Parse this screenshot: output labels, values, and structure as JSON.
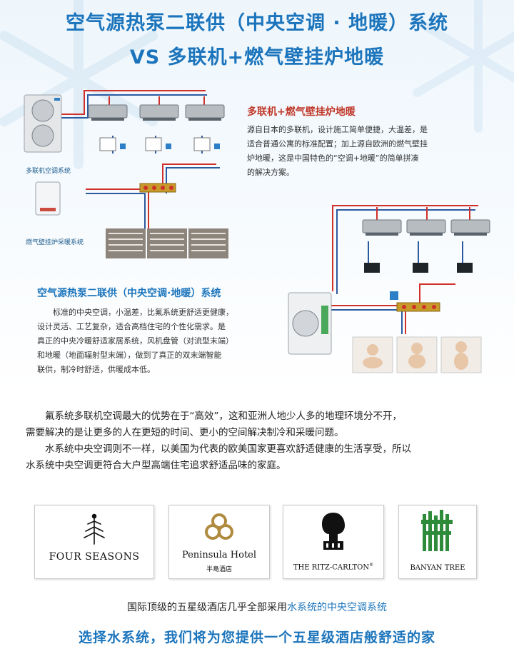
{
  "header": {
    "title_line1": "空气源热泵二联供（中央空调 · 地暖）系统",
    "title_line2": "VS  多联机+燃气壁挂炉地暖"
  },
  "vrf_section": {
    "heading": "多联机+燃气壁挂炉地暖",
    "lines": [
      "源自日本的多联机，设计施工简单便捷，大温差，是",
      "适合普通公寓的标准配置；加上源自欧洲的燃气壁挂",
      "炉地暖，这是中国特色的“空调+地暖”的简单拼凑",
      "的解决方案。"
    ],
    "caption_ac": "多联机空调系统",
    "caption_boiler": "燃气壁挂炉采暖系统"
  },
  "heatpump_section": {
    "heading": "空气源热泵二联供（中央空调·地暖）系统",
    "lines": [
      "标准的中央空调，小温差，比氟系统更舒适更健康，",
      "设计灵活、工艺复杂，适合高档住宅的个性化需求。是",
      "真正的中央冷暖舒适家居系统，风机盘管（对流型末端）",
      "和地暖（地面辐射型末端），做到了真正的双末端智能",
      "联供，制冷时舒适，供暖成本低。"
    ]
  },
  "body": {
    "p1_line1": "氟系统多联机空调最大的优势在于“高效”，这和亚洲人地少人多的地理环境分不开，",
    "p1_line2": "需要解决的是让更多的人在更短的时间、更小的空间解决制冷和采暖问题。",
    "p2_line1": "水系统中央空调则不一样，以美国为代表的欧美国家更喜欢舒适健康的生活享受，所以",
    "p2_line2": "水系统中央空调更符合大户型高端住宅追求舒适品味的家庭。"
  },
  "logos": {
    "four_seasons": "FOUR SEASONS",
    "peninsula_en": "Peninsula Hotel",
    "peninsula_cn": "半島酒店",
    "ritz": "THE RITZ-CARLTON",
    "ritz_mark": "®",
    "banyan": "BANYAN TREE"
  },
  "footer": {
    "statement_prefix": "国际顶级的五星级酒店几乎全部采用",
    "statement_highlight": "水系统的中央空调系统",
    "slogan": "选择水系统，我们将为您提供一个五星级酒店般舒适的家"
  },
  "colors": {
    "brand_blue": "#1c75bc",
    "heading_red": "#c0392b",
    "pipe_red": "#d0302a",
    "pipe_blue": "#2c5aa0",
    "banyan_green": "#2e8b3a"
  }
}
